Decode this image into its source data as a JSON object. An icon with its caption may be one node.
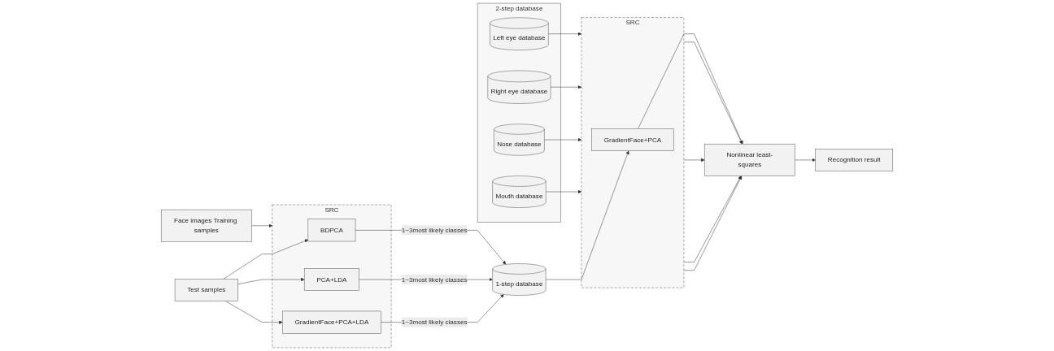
{
  "diagram": {
    "nodes": [
      {
        "text": [
          "Face images Training samples"
        ]
      },
      {
        "text": [
          "SRC"
        ]
      },
      {
        "text": [
          "BDPCA"
        ],
        "in": 1
      },
      {
        "text": [
          "PCA+LDA"
        ],
        "in": 1
      },
      {
        "text": [
          "GradientFace+PCA+LDA"
        ],
        "in": 1
      },
      {
        "text": [
          "Test samples"
        ]
      },
      {
        "text": [
          "1-step database"
        ]
      },
      {
        "text": [
          "2-step database"
        ]
      },
      {
        "text": [
          "Left eye database"
        ],
        "in": 7
      },
      {
        "text": [
          "Right eye database"
        ],
        "in": 7
      },
      {
        "text": [
          "Nose database"
        ],
        "in": 7
      },
      {
        "text": [
          "Mouth database"
        ],
        "in": 7
      },
      {
        "text": [
          "SRC"
        ]
      },
      {
        "text": [
          "GradientFace+PCA"
        ],
        "in": 12
      },
      {
        "text": [
          "Nonlinear least-squares"
        ]
      },
      {
        "text": [
          "Recognition result"
        ]
      }
    ],
    "edges": [
      {
        "from": 0,
        "to": 1,
        "arrow": "to"
      },
      {
        "from": 5,
        "to": 2,
        "arrow": "to"
      },
      {
        "from": 5,
        "to": 3,
        "arrow": "to"
      },
      {
        "from": 5,
        "to": 4,
        "arrow": "to"
      },
      {
        "from": 2,
        "to": 6,
        "arrow": "to",
        "label": "1~3most likely classes"
      },
      {
        "from": 3,
        "to": 6,
        "arrow": "to",
        "label": "1~3most likely classes"
      },
      {
        "from": 4,
        "to": 6,
        "arrow": "to",
        "label": "1~3most likely classes"
      },
      {
        "from": 6,
        "to": 13,
        "arrow": "to"
      },
      {
        "from": 8,
        "to": 12,
        "arrow": "to"
      },
      {
        "from": 9,
        "to": 12,
        "arrow": "to"
      },
      {
        "from": 10,
        "to": 12,
        "arrow": "to"
      },
      {
        "from": 11,
        "to": 12,
        "arrow": "to"
      },
      {
        "from": 13,
        "to": 14,
        "arrow": "to"
      },
      {
        "from": 12,
        "to": 14,
        "arrow": "to"
      },
      {
        "from": 12,
        "to": 14,
        "arrow": "to"
      },
      {
        "from": 12,
        "to": 14,
        "arrow": "to"
      },
      {
        "from": 12,
        "to": 14,
        "arrow": "to"
      },
      {
        "from": 14,
        "to": 15,
        "arrow": "to"
      }
    ]
  }
}
